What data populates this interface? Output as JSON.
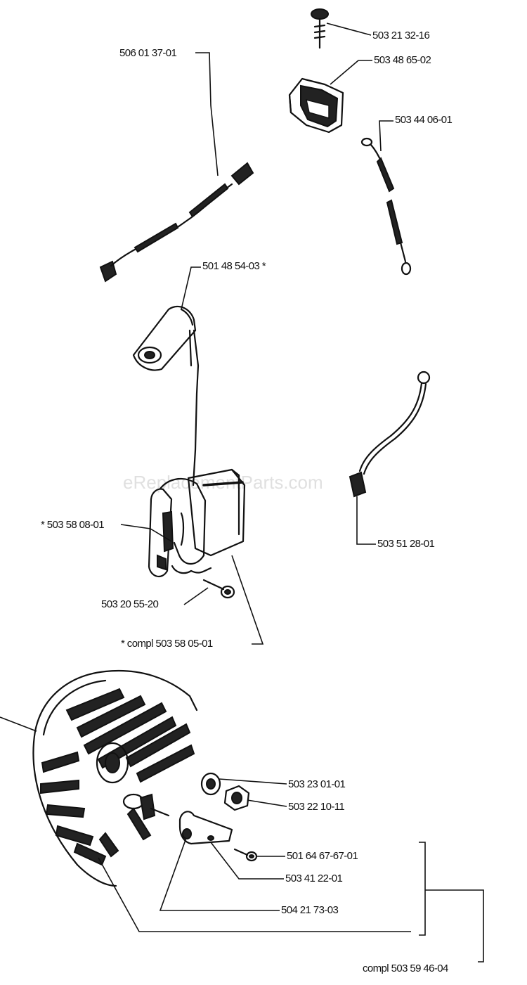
{
  "watermark": "eReplacementParts.com",
  "labels": {
    "screw_top": "503 21 32-16",
    "switch": "503 48 65-02",
    "short_wire": "503 44 06-01",
    "long_wire": "506 01 37-01",
    "spark_cap": "501 48 54-03 *",
    "coil_core": "* 503 58 08-01",
    "ground_wire": "503 51 28-01",
    "coil_screw": "503 20 55-20",
    "coil_compl": "* compl 503 58 05-01",
    "washer": "503 23 01-01",
    "nut": "503 22 10-11",
    "small_screw": "501 64 67-67-01",
    "pawl": "503 41 22-01",
    "spring": "504 21 73-03",
    "flywheel_compl": "compl 503 59 46-04"
  }
}
